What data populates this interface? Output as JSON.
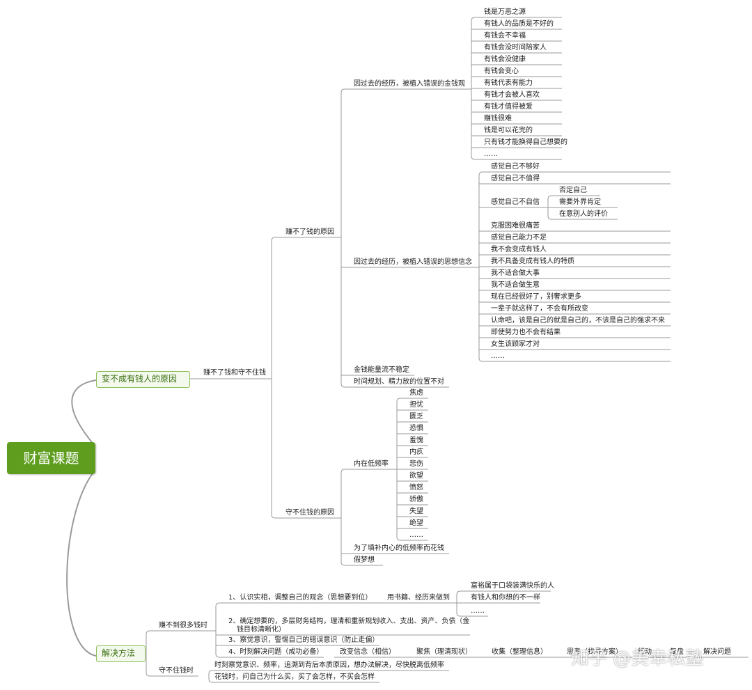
{
  "root": {
    "label": "财富课题"
  },
  "branches": {
    "cause": {
      "label": "变不成有钱人的原因",
      "sub": "赚不了钱和守不住钱",
      "cannot_earn": {
        "label": "赚不了钱的原因",
        "money_view": {
          "label": "因过去的经历，被植入错误的金钱观",
          "items": [
            "钱是万恶之源",
            "有钱人的品质是不好的",
            "有钱会不幸福",
            "有钱会没时间陪家人",
            "有钱会没健康",
            "有钱会变心",
            "有钱代表有能力",
            "有钱才会被人喜欢",
            "有钱才值得被爱",
            "赚钱很难",
            "钱是可以花完的",
            "只有钱才能换得自己想要的",
            "……"
          ]
        },
        "beliefs": {
          "label": "因过去的经历，被植入错误的思想信念",
          "items": [
            "感觉自己不够好",
            "感觉自己不值得",
            "感觉自己不自信",
            "克服困难很痛苦",
            "感觉自己能力不足",
            "我不会变成有钱人",
            "我不具备变成有钱人的特质",
            "我不适合做大事",
            "我不适合做生意",
            "现在已经很好了，别奢求更多",
            "一辈子就这样了，不会有所改变",
            "认命吧，该是自己的就是自己的，不该是自己的强求不来",
            "即使努力也不会有结果",
            "女生该顾家才对",
            "……"
          ],
          "confidence_sub": [
            "否定自己",
            "需要外界肯定",
            "在意别人的评价"
          ]
        },
        "energy": "金钱能量流不稳定",
        "time": "时间规划、精力放的位置不对"
      },
      "cannot_keep": {
        "label": "守不住钱的原因",
        "low_freq": {
          "label": "内在低频率",
          "items": [
            "焦虑",
            "担忧",
            "匮乏",
            "恐惧",
            "羞愧",
            "内疚",
            "悲伤",
            "欲望",
            "愤怒",
            "骄傲",
            "失望",
            "绝望",
            "……"
          ]
        },
        "compensate": "为了填补内心的低频率而花钱",
        "fake_dream": "假梦想"
      }
    },
    "solution": {
      "label": "解决方法",
      "earn_more": {
        "label": "赚不到很多钱时",
        "step1": "1、认识实相，调整自己的观念（思想要到位）",
        "step1_via": "用书籍、经历来做到",
        "step1_items": [
          "富裕属于口袋装满快乐的人",
          "有钱人和你想的不一样",
          "……"
        ],
        "step2_line1": "2、确定想要的，多层财务结构，理清和重新规划收入、支出、资产、负债（金",
        "step2_line2": "钱目标清晰化）",
        "step3": "3、察觉意识，警惕自己的错误意识（防止走偏）",
        "step4": "4、时刻解决问题（成功必备）",
        "chain": [
          "改变信念（相信）",
          "聚焦（理清现状）",
          "收集（整理信息）",
          "思考（找寻方案）",
          "行动",
          "复盘",
          "解决问题"
        ]
      },
      "keep": {
        "label": "守不住钱时",
        "items": [
          "时刻察觉意识、频率，追溯到背后本质原因，想办法解决，尽快脱离低频率",
          "花钱时，问自己为什么买，买了会怎样，不买会怎样"
        ]
      }
    }
  },
  "watermark": "知乎 @美幸私塾",
  "colors": {
    "root": "#5e9d1e",
    "branch_border": "#8fbf5a",
    "line": "#9a9a9a"
  }
}
